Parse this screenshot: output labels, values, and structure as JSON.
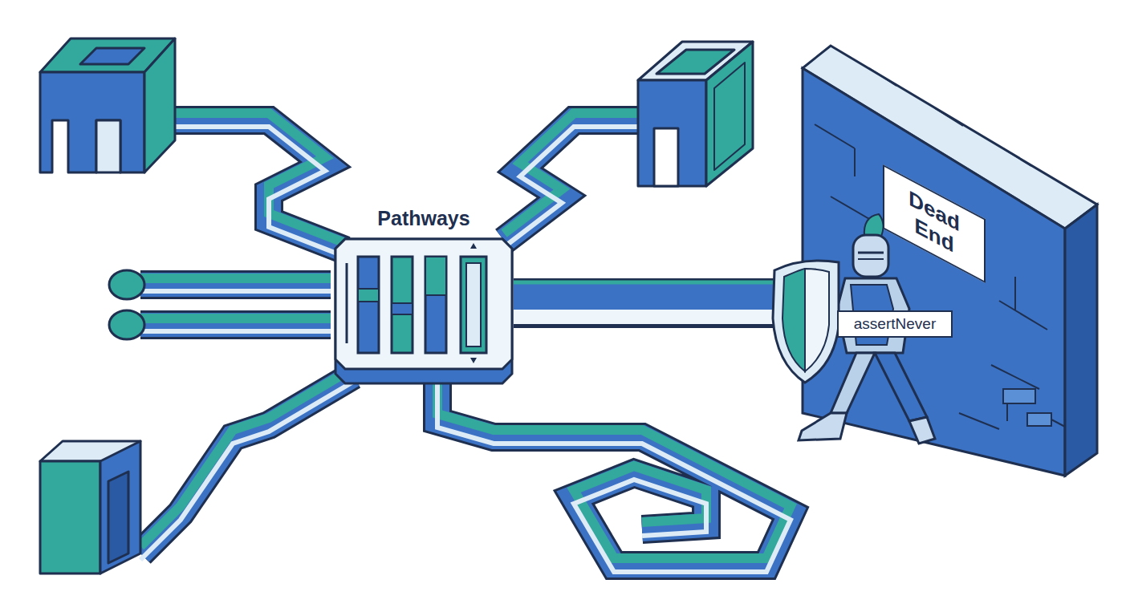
{
  "diagram": {
    "nodes": [
      {
        "text": [
          "Pathways"
        ]
      },
      {
        "text": [
          "Dead End"
        ]
      },
      {
        "text": [
          "assertNever"
        ]
      }
    ],
    "edges": [
      {
        "from": 0,
        "to": 2,
        "arrow": "none"
      }
    ]
  }
}
